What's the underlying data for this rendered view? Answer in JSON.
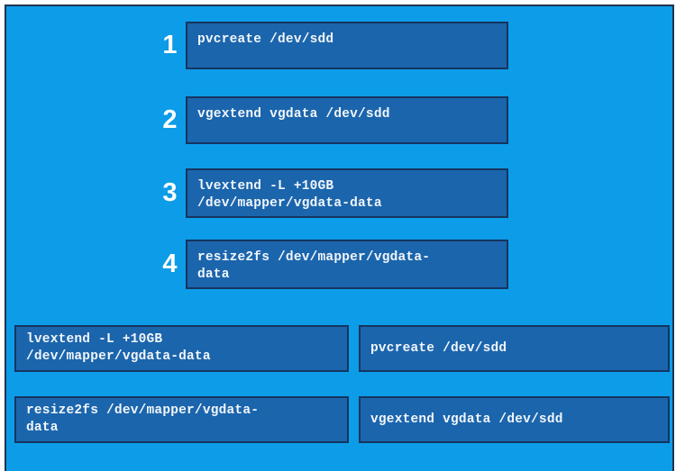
{
  "exercise": {
    "type": "ordering-drag-and-drop",
    "colors": {
      "canvas_background": "#0d9ce8",
      "canvas_border": "#1f3350",
      "command_box_fill": "#1b65ad",
      "command_box_border": "#14355e",
      "text": "#f2f6fa",
      "step_number": "#ffffff"
    }
  },
  "dropzones": [
    {
      "number": "1",
      "command": "pvcreate /dev/sdd"
    },
    {
      "number": "2",
      "command": "vgextend vgdata /dev/sdd"
    },
    {
      "number": "3",
      "command": "lvextend -L +10GB\n/dev/mapper/vgdata-data"
    },
    {
      "number": "4",
      "command": "resize2fs /dev/mapper/vgdata-\ndata"
    }
  ],
  "bank": [
    {
      "command": "lvextend -L +10GB\n/dev/mapper/vgdata-data"
    },
    {
      "command": "pvcreate /dev/sdd"
    },
    {
      "command": "resize2fs /dev/mapper/vgdata-\ndata"
    },
    {
      "command": "vgextend vgdata /dev/sdd"
    }
  ]
}
